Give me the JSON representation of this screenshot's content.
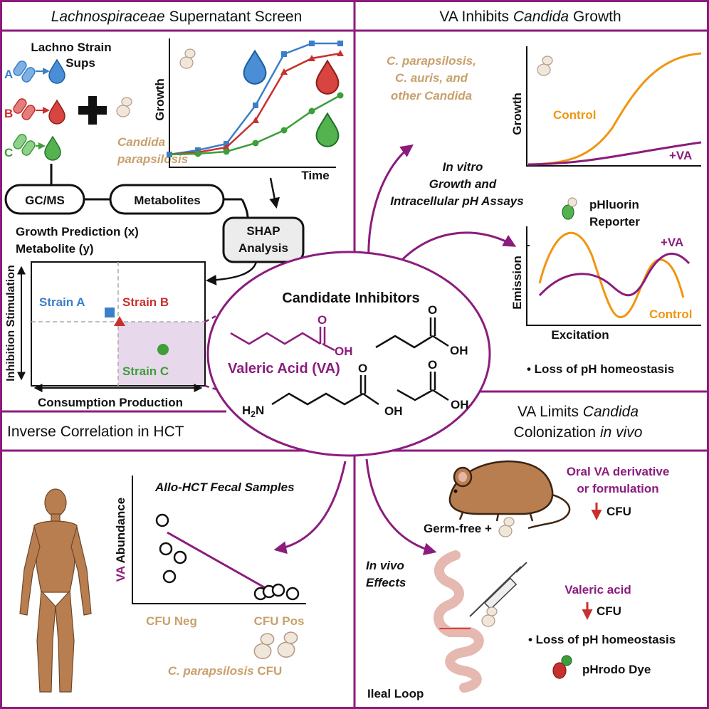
{
  "colors": {
    "purple": "#8b1c7d",
    "tan": "#c9a06c",
    "blue": "#3a7fc8",
    "red": "#c8302e",
    "green": "#3d9e3a",
    "orange": "#f0960f",
    "shade": "#e8d8ec",
    "cell": "#f1e6da",
    "cellStroke": "#b39a86",
    "mouse": "#b87e50"
  },
  "panels": {
    "screen": {
      "title_italic": "Lachnospiraceae",
      "title_rest": " Supernatant Screen",
      "lachno_label_1": "Lachno Strain",
      "lachno_label_2": "Sups",
      "strain_letters": [
        "A",
        "B",
        "C"
      ],
      "candida_label_1": "Candida",
      "candida_label_2": "parapsilosis",
      "growth_axis": "Growth",
      "time_axis": "Time",
      "gcms": "GC/MS",
      "metabolites": "Metabolites",
      "shap_1": "SHAP",
      "shap_2": "Analysis",
      "scatter_title_1": "Growth Prediction (x)",
      "scatter_title_2": "Metabolite (y)",
      "y_axis_label": "Inhibition Stimulation",
      "x_axis_label": "Consumption Production",
      "strain_a": "Strain A",
      "strain_b": "Strain B",
      "strain_c": "Strain C"
    },
    "inhibits": {
      "title_pre": "VA Inhibits ",
      "title_italic": "Candida",
      "title_post": " Growth",
      "species_1": "C. parapsilosis,",
      "species_2": "C. auris, and",
      "species_3": "other Candida",
      "growth_axis": "Growth",
      "control": "Control",
      "va": "+VA",
      "assay_1": "In vitro",
      "assay_2": "Growth and",
      "assay_3": "Intracellular pH Assays",
      "reporter_1": "pHluorin",
      "reporter_2": "Reporter",
      "emission_axis": "Emission",
      "excitation_axis": "Excitation",
      "ph_loss": "• Loss of pH homeostasis"
    },
    "inhibitors": {
      "title": "Candidate Inhibitors",
      "va_label": "Valeric Acid (VA)",
      "oxygen": "O",
      "hydroxyl": "OH",
      "amine": "H",
      "amine_sub": "2",
      "amine_n": "N"
    },
    "correlation": {
      "title": "Inverse Correlation in HCT",
      "samples": "Allo-HCT Fecal Samples",
      "y_va": "VA",
      "y_rest": " Abundance",
      "cfu_neg": "CFU Neg",
      "cfu_pos": "CFU Pos",
      "x_label_italic": "C. parapsilosis",
      "x_label_rest": " CFU"
    },
    "colonization": {
      "title_1_pre": "VA Limits ",
      "title_1_italic": "Candida",
      "title_2_pre": "Colonization ",
      "title_2_italic": "in vivo",
      "oral_1": "Oral VA derivative",
      "oral_2": "or formulation",
      "cfu": "CFU",
      "germ_free": "Germ-free +",
      "in_vivo_1": "In vivo",
      "in_vivo_2": "Effects",
      "valeric": "Valeric acid",
      "ph_loss": "• Loss of pH homeostasis",
      "dye": "pHrodo Dye",
      "ileal": "Ileal Loop"
    }
  }
}
